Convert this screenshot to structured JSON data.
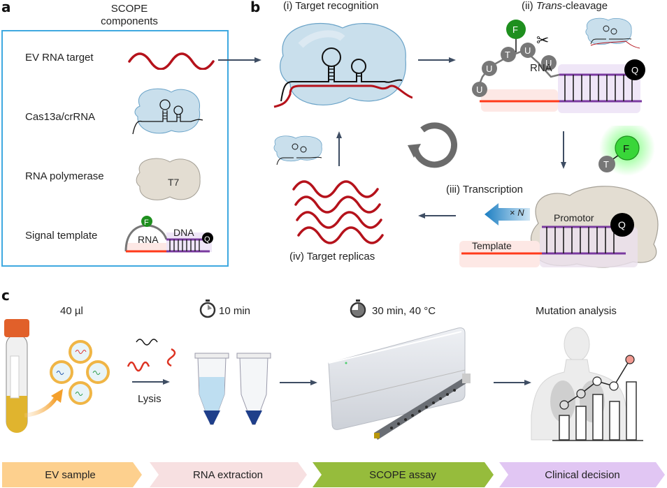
{
  "panels": {
    "a": {
      "letter": "a",
      "title_line1": "SCOPE",
      "title_line2": "components",
      "components": [
        {
          "label": "EV RNA target"
        },
        {
          "label": "Cas13a/crRNA"
        },
        {
          "label": "RNA polymerase",
          "icon_text": "T7"
        },
        {
          "label": "Signal template",
          "fluor": "F",
          "rna": "RNA",
          "dna": "DNA",
          "quencher": "Q"
        }
      ],
      "border_color": "#3fa9e0"
    },
    "b": {
      "letter": "b",
      "step1": "(i) Target recognition",
      "step2_prefix": "(ii) ",
      "step2_italic": "Trans",
      "step2_suffix": "-cleavage",
      "step3": "(iii) Transcription",
      "step4": "(iv) Target replicas",
      "cleavage": {
        "fluor": "F",
        "nucleotides": [
          "U",
          "U",
          "T",
          "U",
          "U"
        ],
        "rna": "RNA",
        "quencher": "Q"
      },
      "released": {
        "t": "T",
        "f": "F"
      },
      "transcription": {
        "multiplier": "× ",
        "multiplier_italic": "N",
        "promotor": "Promotor",
        "template": "Template",
        "quencher": "Q"
      }
    },
    "c": {
      "letter": "c",
      "sample_volume": "40 µl",
      "lysis": "Lysis",
      "extraction_time": "10 min",
      "assay_conditions": "30 min, 40 °C",
      "analysis": "Mutation analysis"
    }
  },
  "workflow": [
    {
      "label": "EV sample",
      "color": "#fdd08e"
    },
    {
      "label": "RNA extraction",
      "color": "#f7e0e1"
    },
    {
      "label": "SCOPE assay",
      "color": "#96bc3c"
    },
    {
      "label": "Clinical decision",
      "color": "#e1c6f3"
    }
  ],
  "colors": {
    "rna_red": "#b5121b",
    "template_red": "#ff3a1a",
    "dna_purple": "#7a3aa0",
    "fluor_green": "#1e8f1e",
    "arrow": "#3e4d63",
    "cas_blue": "#c9dfec",
    "t7_beige": "#e3ddd2"
  }
}
